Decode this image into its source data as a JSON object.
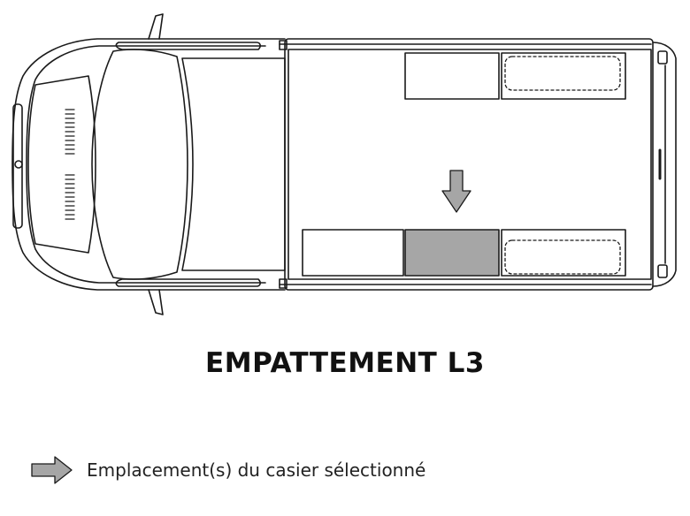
{
  "diagram": {
    "title": "EMPATTEMENT L3",
    "legend": {
      "icon": "grey-arrow-icon",
      "label": "Emplacement(s) du casier sélectionné"
    },
    "colors": {
      "outline": "#1a1a1a",
      "selected_fill": "#a6a6a6",
      "arrow_fill": "#a6a6a6"
    },
    "locker_slots": [
      {
        "id": "top-1",
        "selected": false,
        "dashed_tank": false
      },
      {
        "id": "top-2",
        "selected": false,
        "dashed_tank": true
      },
      {
        "id": "bottom-1",
        "selected": false,
        "dashed_tank": false
      },
      {
        "id": "bottom-2",
        "selected": true,
        "dashed_tank": false
      },
      {
        "id": "bottom-3",
        "selected": false,
        "dashed_tank": true
      }
    ]
  }
}
